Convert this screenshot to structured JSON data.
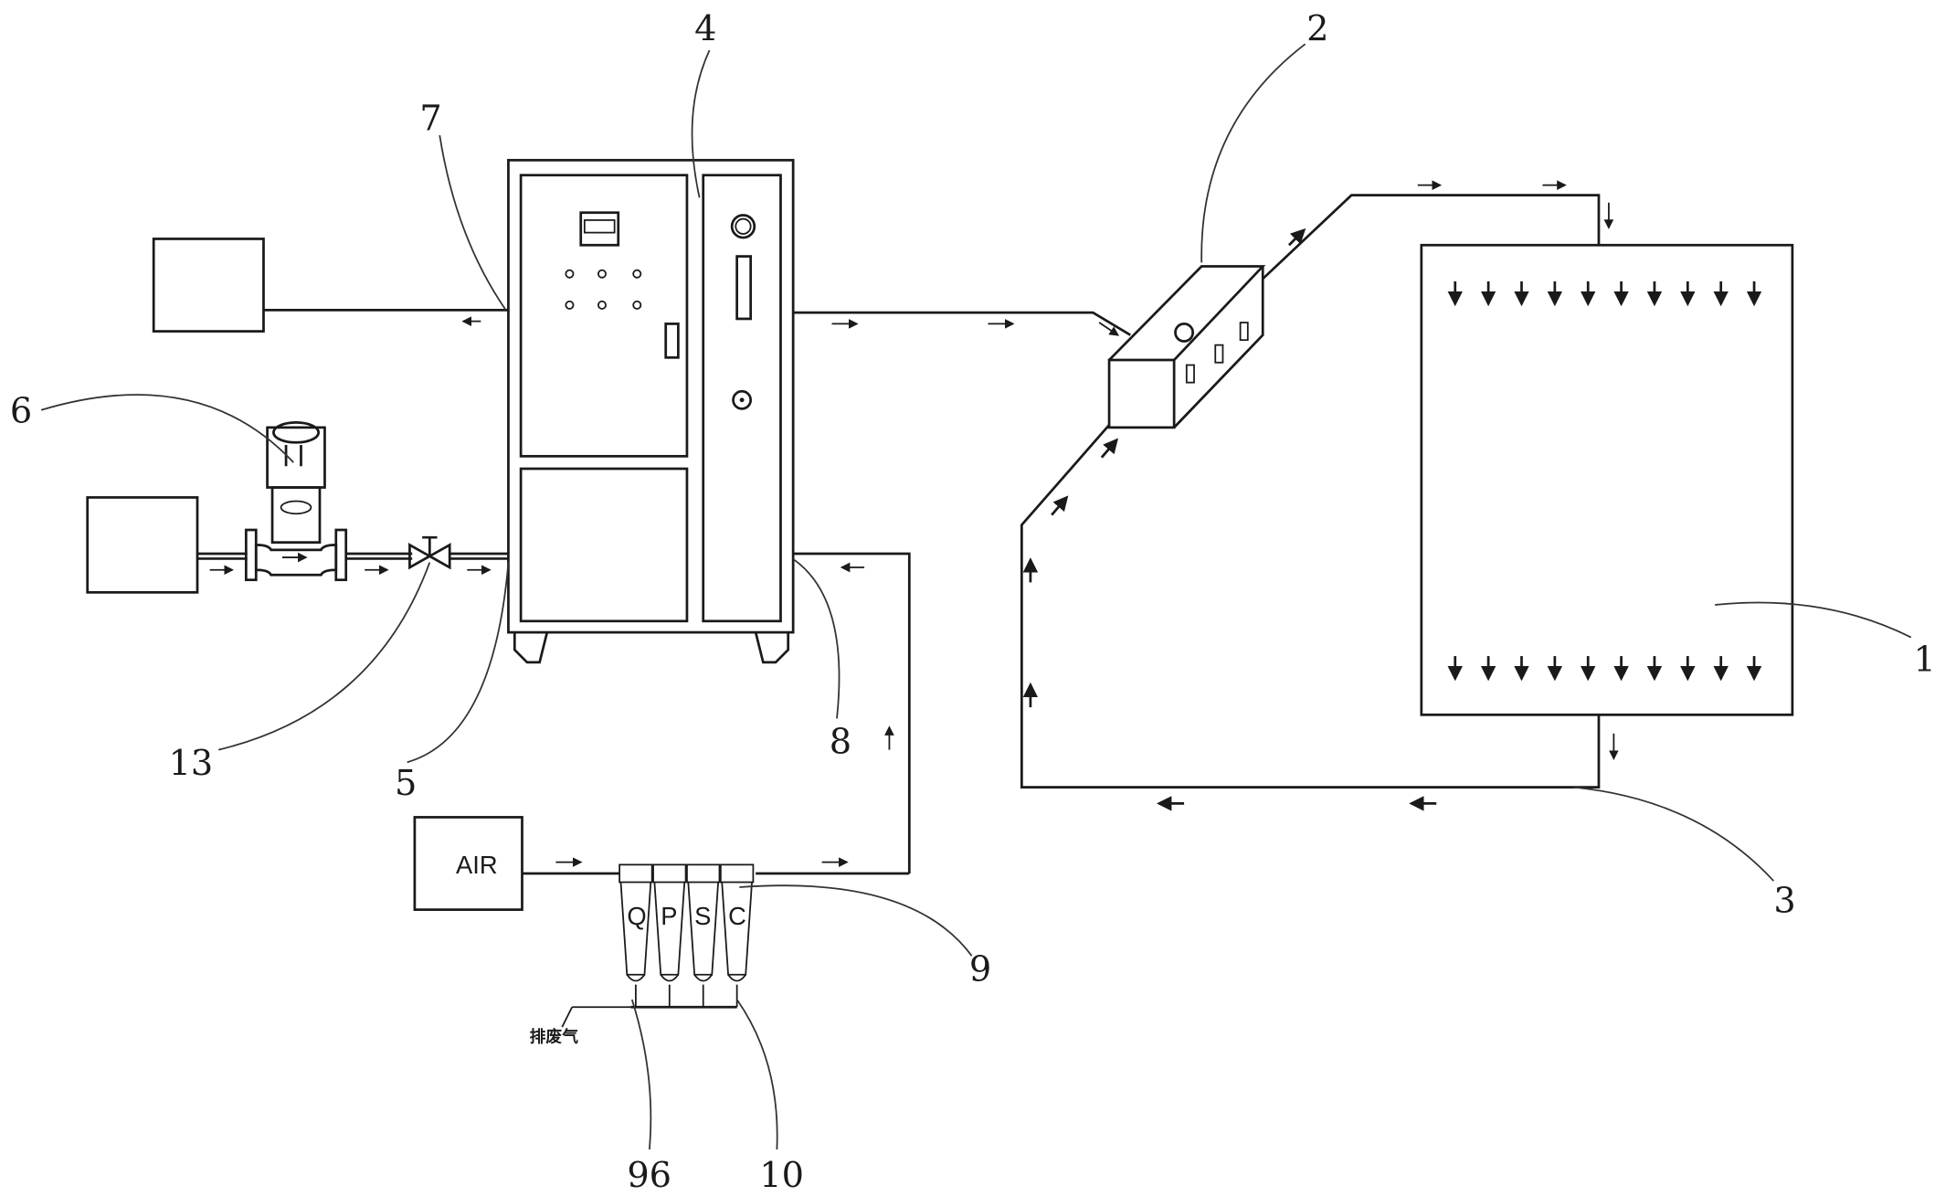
{
  "diagram": {
    "type": "process schematic",
    "reference_numerals": {
      "n1": "1",
      "n2": "2",
      "n3": "3",
      "n4": "4",
      "n5": "5",
      "n6": "6",
      "n7": "7",
      "n8": "8",
      "n9": "9",
      "n10": "10",
      "n13": "13",
      "n96": "96"
    },
    "air_source_label": "AIR",
    "filter_labels": [
      "Q",
      "P",
      "S",
      "C"
    ],
    "exhaust_label": "排废气",
    "colors": {
      "line": "#1a1a1a",
      "background": "#ffffff"
    }
  }
}
